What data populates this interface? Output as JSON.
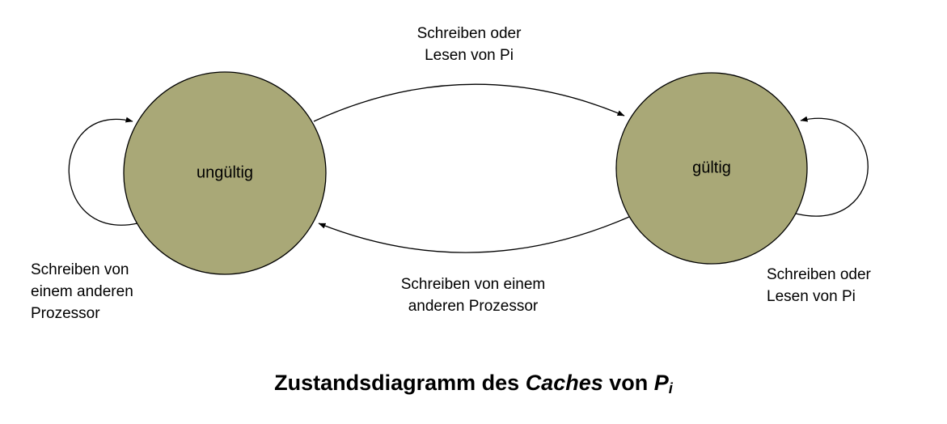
{
  "diagram": {
    "title_semantic": "cache-state-diagram",
    "states": [
      {
        "id": "invalid",
        "label": "ungültig"
      },
      {
        "id": "valid",
        "label": "gültig"
      }
    ],
    "transitions": {
      "top": "Schreiben oder\nLesen von Pi",
      "bottom": "Schreiben von einem\nanderen Prozessor",
      "self_left": "Schreiben von\neinem anderen\nProzessor",
      "self_right": "Schreiben oder\nLesen von Pi"
    },
    "colors": {
      "state_fill": "#a9a877",
      "stroke": "#000000",
      "background": "#ffffff"
    }
  },
  "caption": {
    "part1": "Zustandsdiagramm des ",
    "part2_italic": "Caches",
    "part3": " von ",
    "part4_italic": "P",
    "part5_subscript": "i"
  }
}
